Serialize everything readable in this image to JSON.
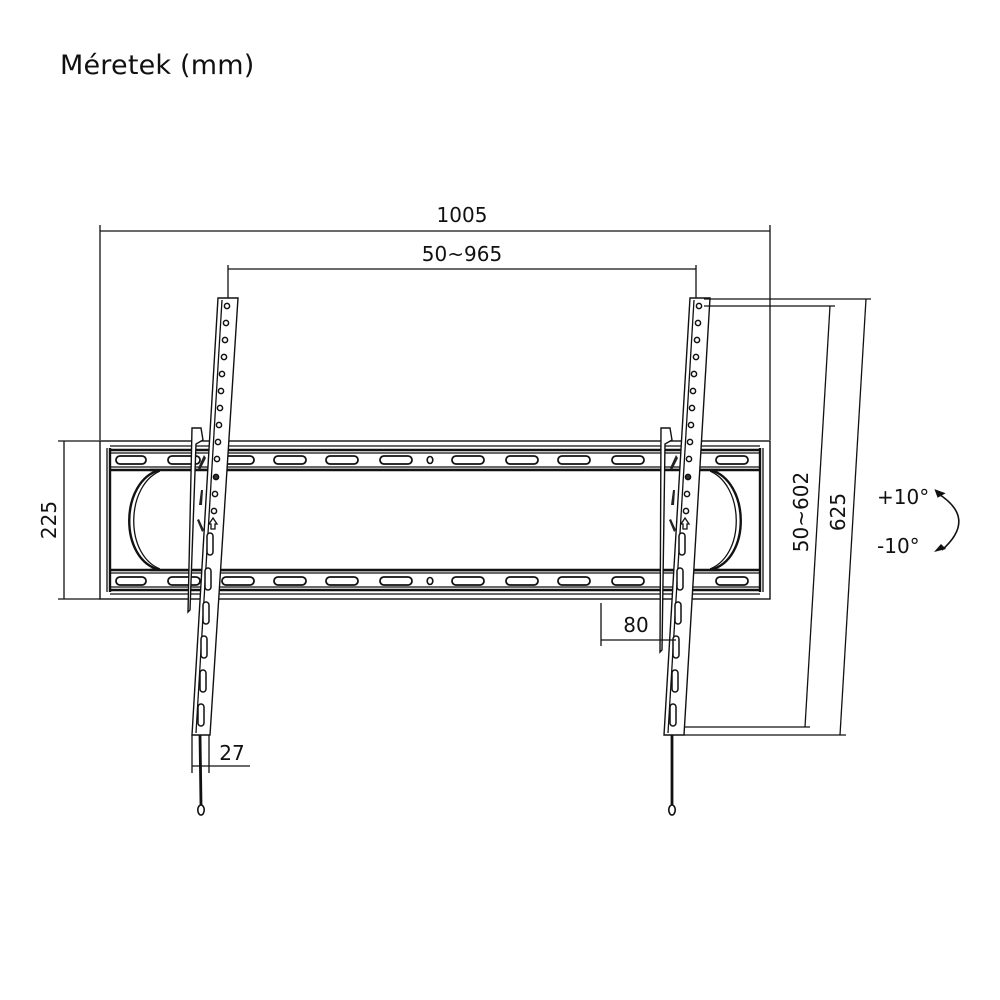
{
  "title": "Méretek (mm)",
  "dimensions": {
    "overall_width": "1005",
    "vesa_horizontal": "50~965",
    "plate_height": "225",
    "vesa_vertical": "50~602",
    "arm_height": "625",
    "wall_distance": "80",
    "arm_width": "27"
  },
  "tilt": {
    "up": "+10°",
    "down": "-10°"
  }
}
